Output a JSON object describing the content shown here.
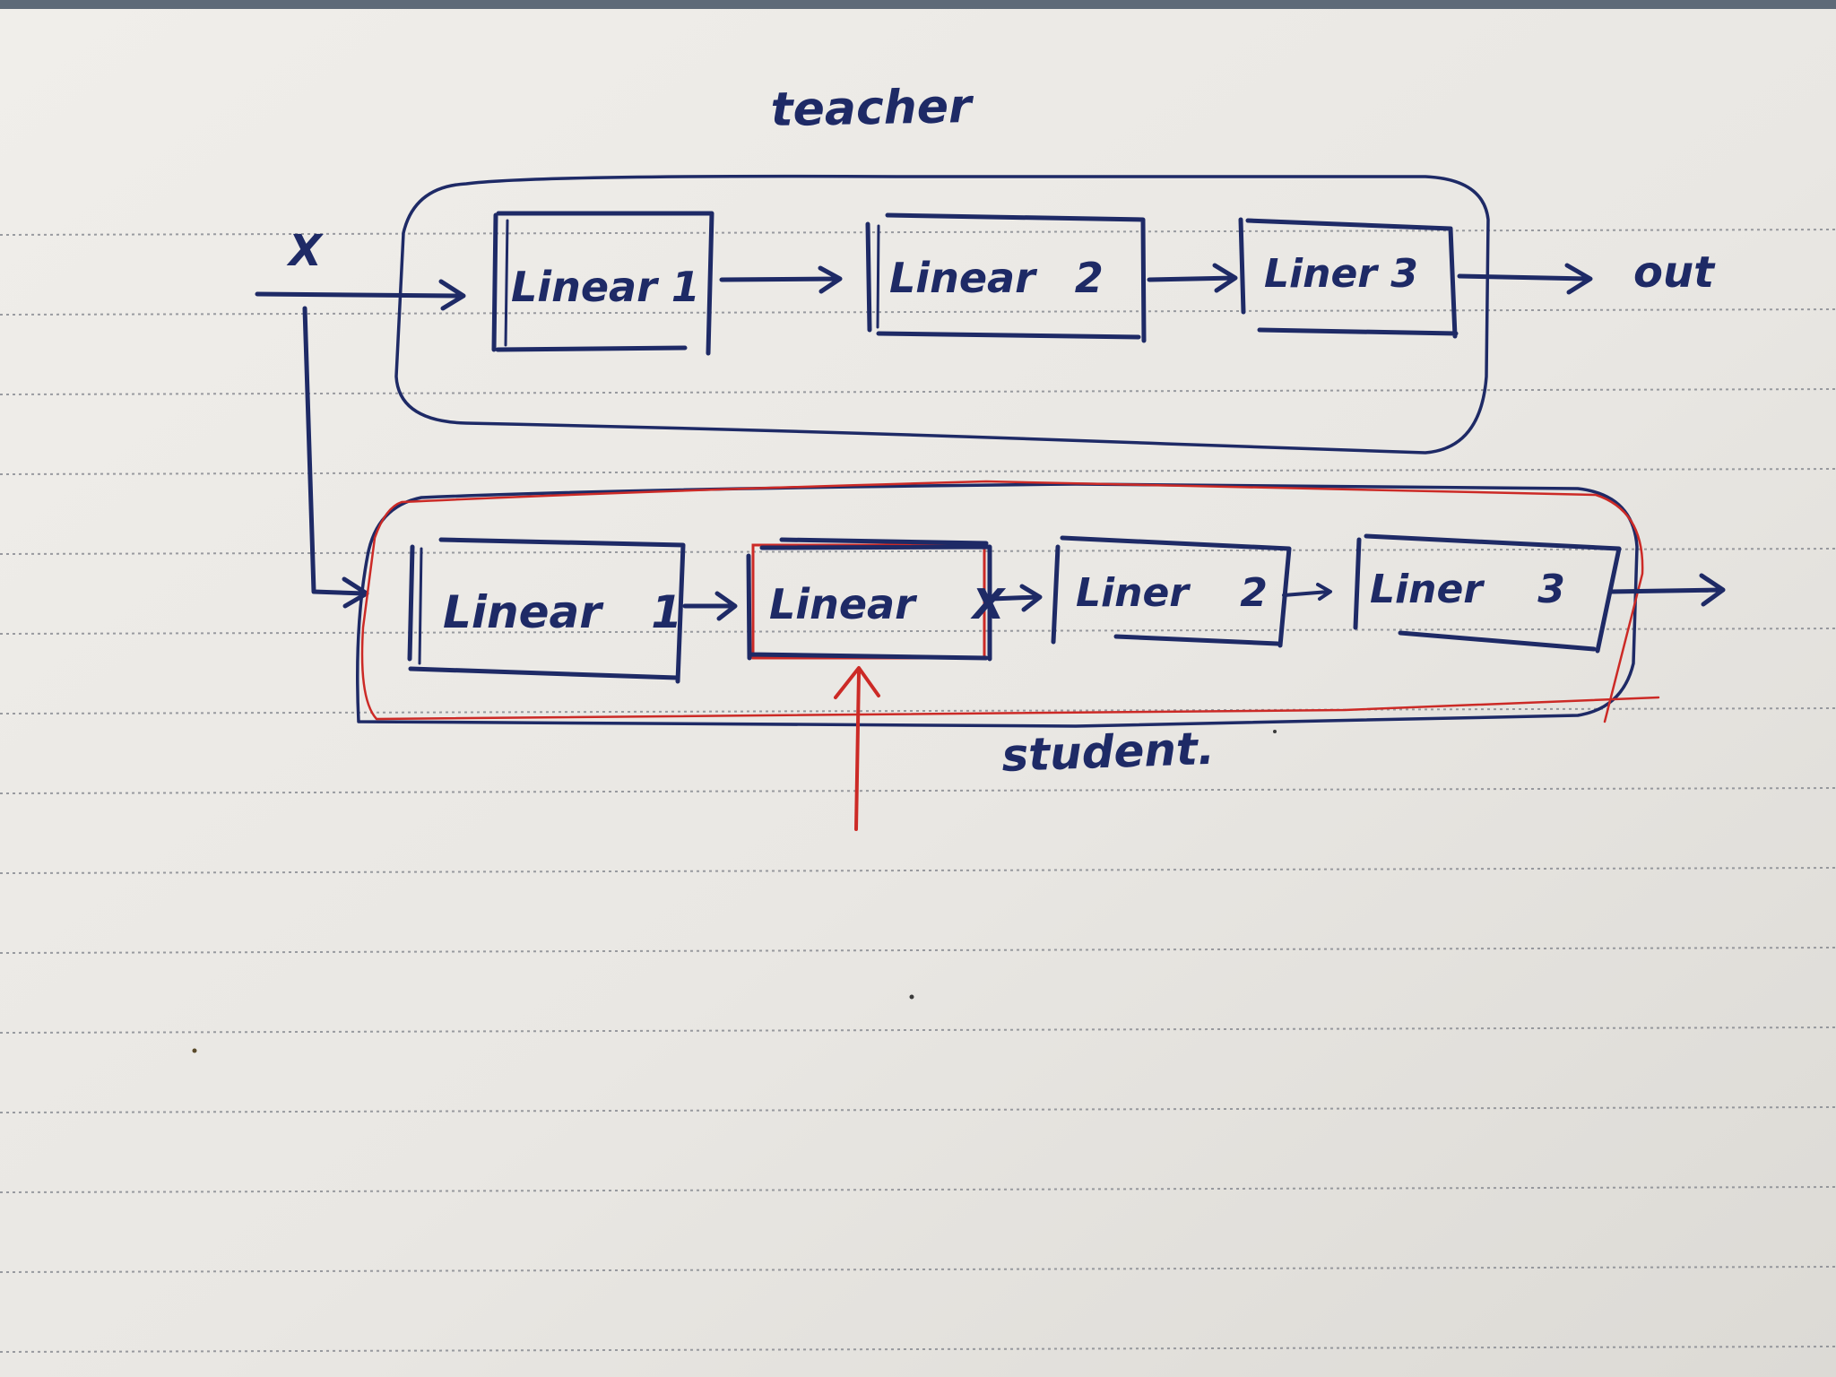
{
  "colors": {
    "paper": "#ebe9e5",
    "rule_line": "#7d8088",
    "ink_blue": "#1e2a66",
    "ink_red": "#cc2a26"
  },
  "teacher": {
    "title": "teacher",
    "layers": [
      "Linear 1",
      "Linear 2",
      "Liner 3"
    ]
  },
  "student": {
    "title": "student.",
    "layers": [
      "Linear 1",
      "Linear X",
      "Liner 2",
      "Liner 3"
    ]
  },
  "input_label": "X",
  "output_label": "out"
}
